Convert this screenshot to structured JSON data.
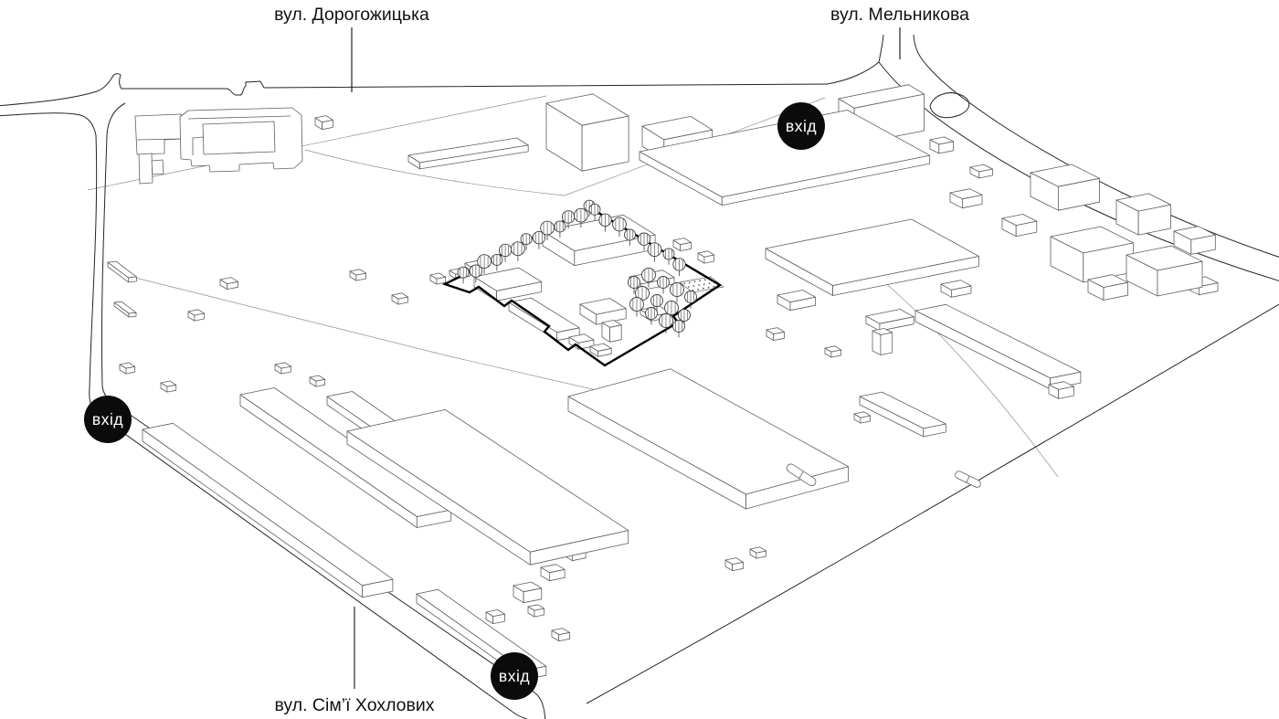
{
  "streets": {
    "top_left": "вул. Дорогожицька",
    "top_right": "вул. Мельникова",
    "bottom": "вул. Сім’ї Хохлових"
  },
  "entrance": {
    "label": "вхід"
  },
  "colors": {
    "background": "#ffffff",
    "ink": "#1f1f1f",
    "building": "#5f5f5f",
    "ground": "#8f8f8f",
    "site_outline": "#000000",
    "tree": "#3d3d3d",
    "badge_bg": "#0b0b0b",
    "badge_text": "#ffffff"
  }
}
